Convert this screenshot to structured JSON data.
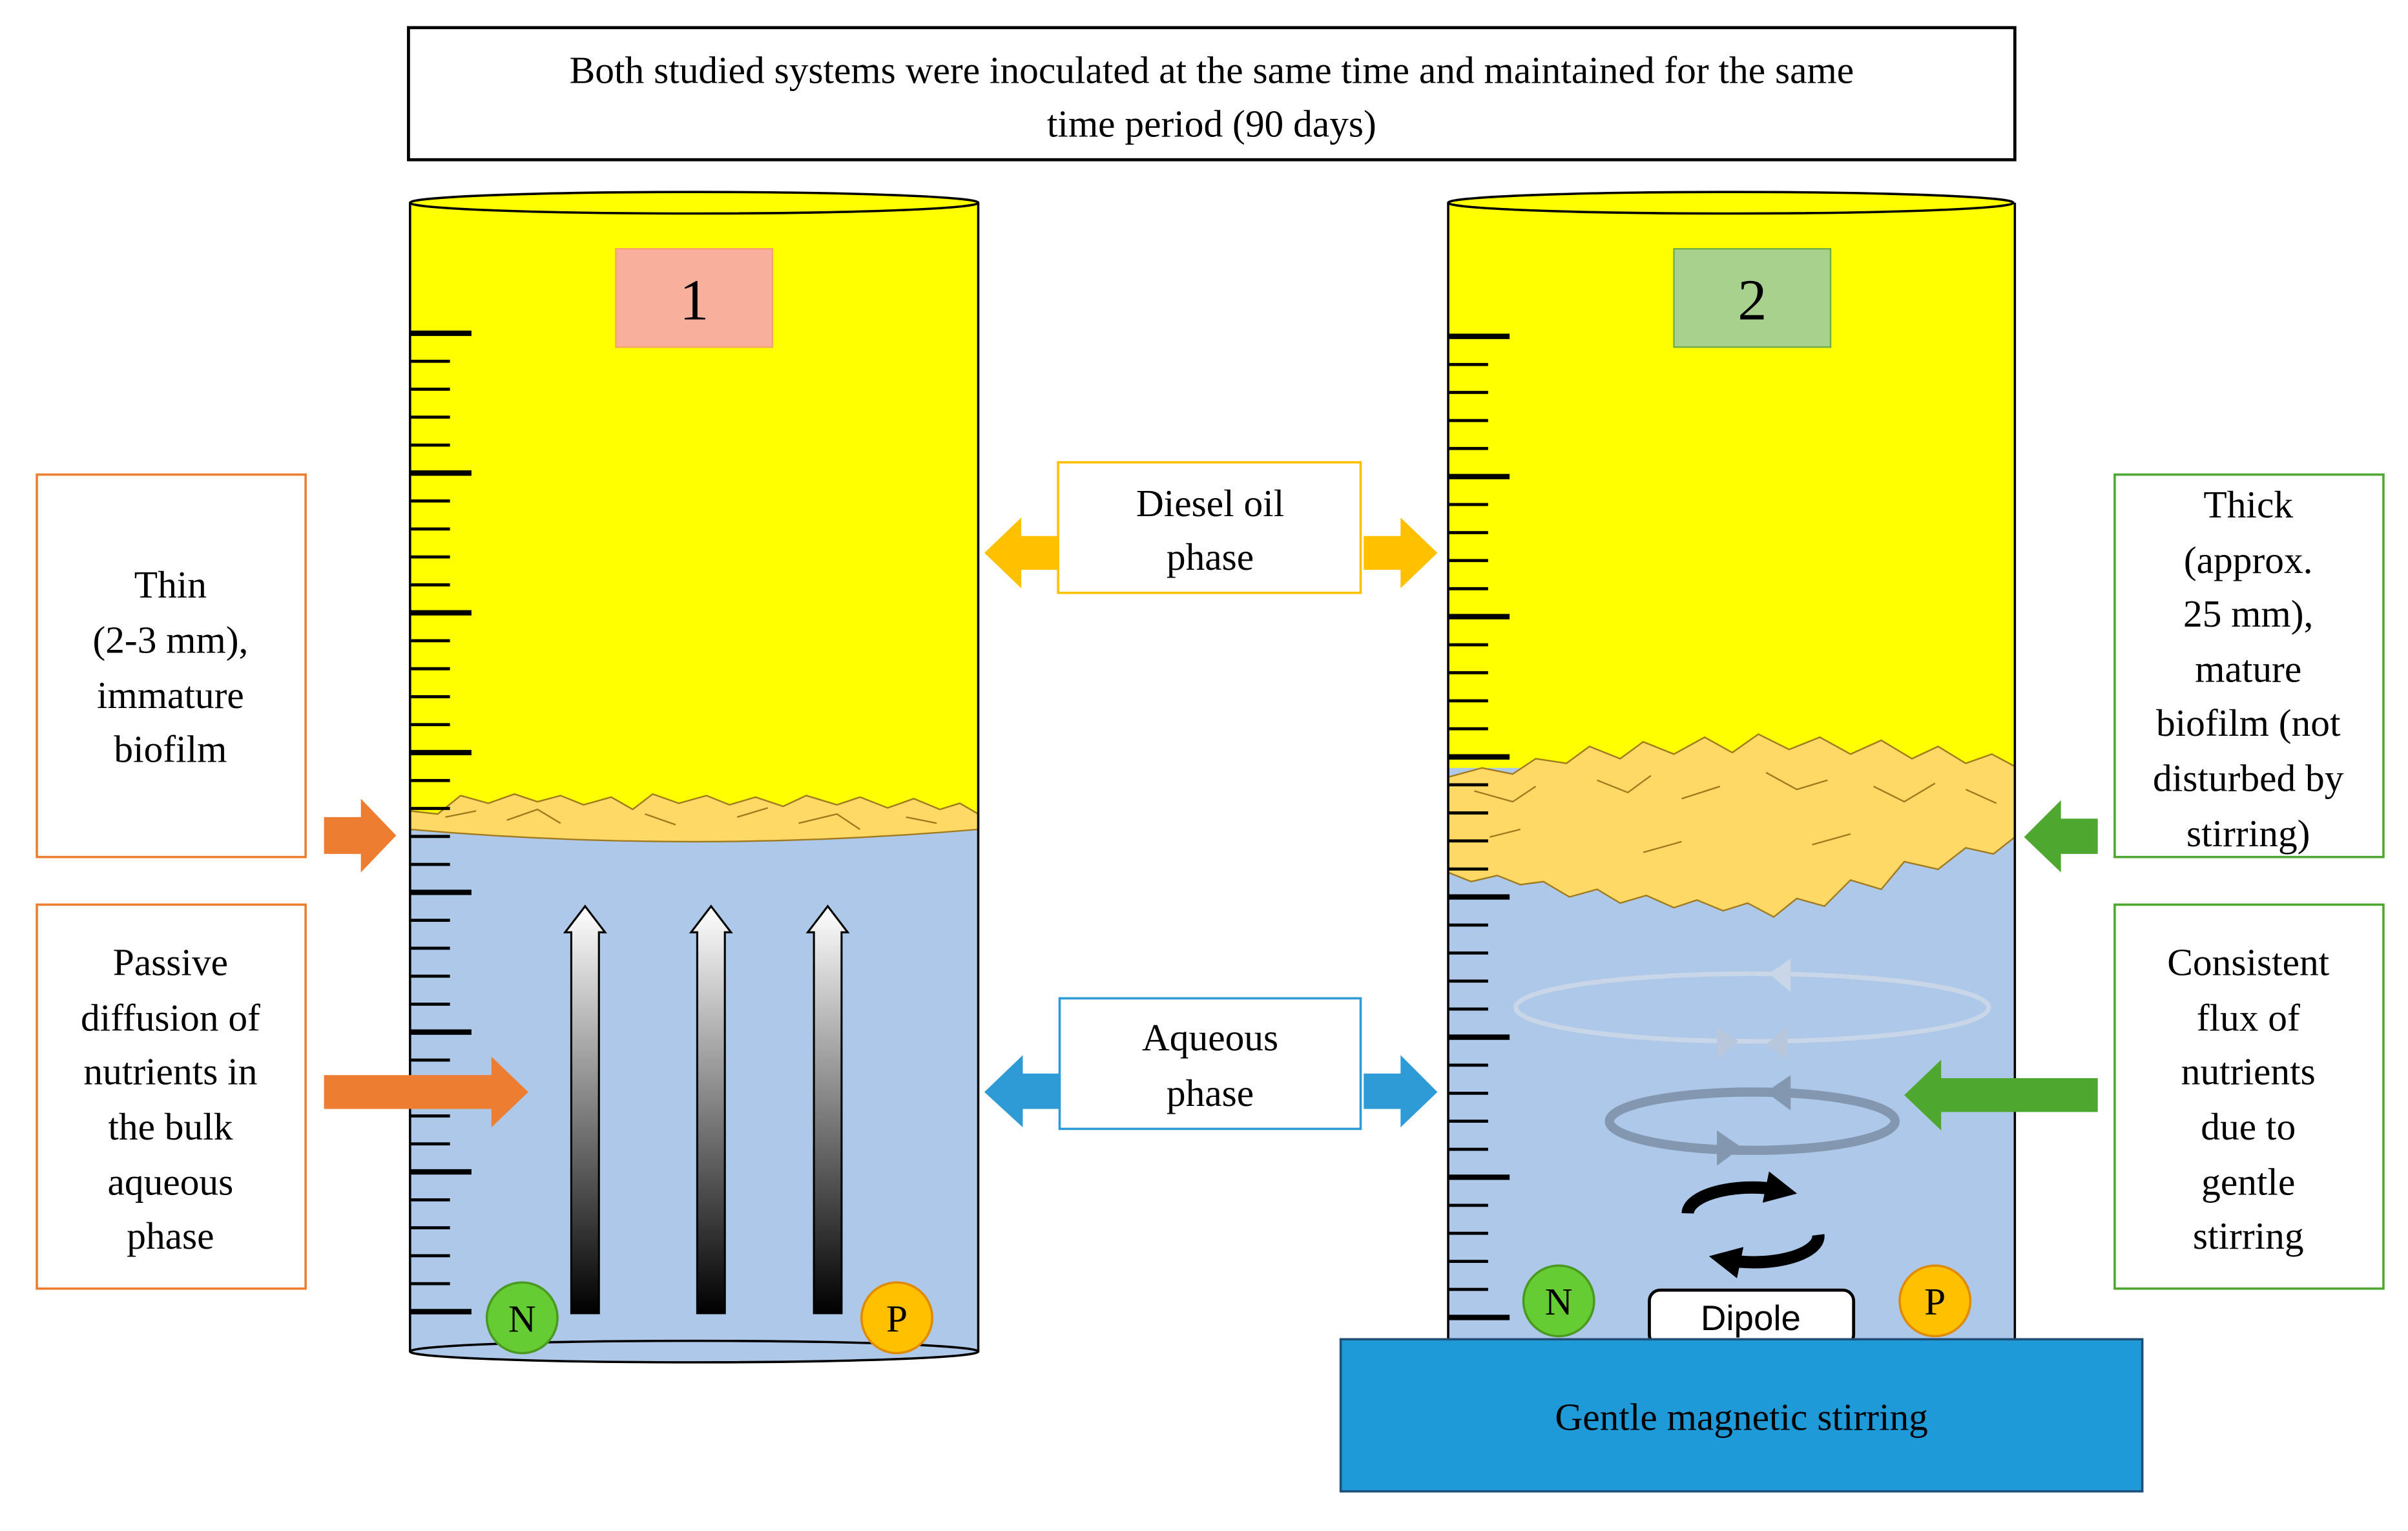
{
  "header": {
    "lines": [
      "Both studied systems were inoculated at the same time and maintained for the same",
      "time period (90 days)"
    ]
  },
  "system1": {
    "number": "1",
    "label_color": "#F8B09C",
    "biofilm_label": [
      "Thin",
      "(2-3 mm),",
      "immature",
      "biofilm"
    ],
    "diffusion_label": [
      "Passive",
      "diffusion of",
      "nutrients in",
      "the bulk",
      "aqueous",
      "phase"
    ],
    "nutrient_n": "N",
    "nutrient_p": "P"
  },
  "system2": {
    "number": "2",
    "label_color": "#A9D18E",
    "biofilm_label": [
      "Thick",
      "(approx.",
      "25 mm),",
      "mature",
      "biofilm (not",
      "disturbed by",
      "stirring)"
    ],
    "flux_label": [
      "Consistent",
      "flux of",
      "nutrients",
      "due to",
      "gentle",
      "stirring"
    ],
    "nutrient_n": "N",
    "nutrient_p": "P",
    "dipole": "Dipole",
    "stirrer": "Gentle magnetic stirring"
  },
  "center": {
    "oil_label": [
      "Diesel oil",
      "phase"
    ],
    "aqueous_label": [
      "Aqueous",
      "phase"
    ]
  },
  "colors": {
    "oil": "#FFFF00",
    "biofilm": "#FFD966",
    "aqueous": "#ADC8E8",
    "system1_accent": "#ED7D31",
    "system2_accent": "#4EA72E",
    "oil_arrow": "#FFC000",
    "aqueous_arrow": "#2E9AD6",
    "stirrer": "#1E9AD8",
    "nutrient_n": "#66CC33",
    "nutrient_p": "#FFC000"
  }
}
